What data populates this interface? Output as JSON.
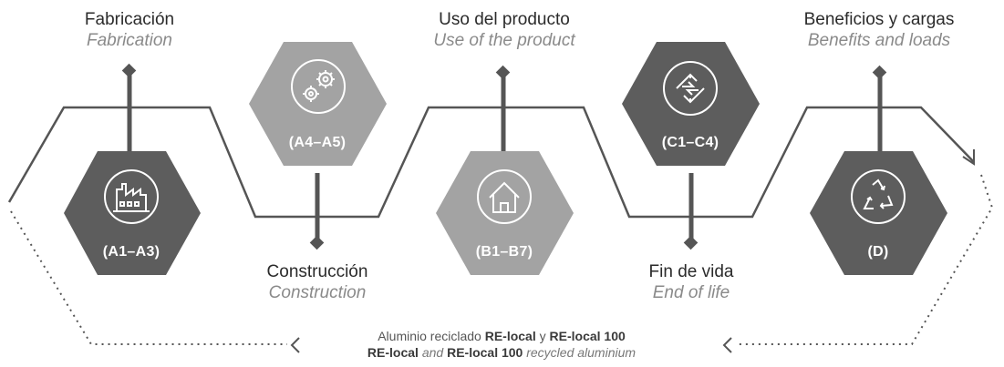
{
  "stages": [
    {
      "code": "(A1–A3)",
      "label_es": "Fabricación",
      "label_en": "Fabrication",
      "icon": "factory-icon",
      "fill": "#5d5d5d"
    },
    {
      "code": "(A4–A5)",
      "label_es": "Construcción",
      "label_en": "Construction",
      "icon": "gears-icon",
      "fill": "#a3a3a3"
    },
    {
      "code": "(B1–B7)",
      "label_es": "Uso del producto",
      "label_en": "Use of the product",
      "icon": "house-icon",
      "fill": "#a3a3a3"
    },
    {
      "code": "(C1–C4)",
      "label_es": "Fin de vida",
      "label_en": "End of life",
      "icon": "arrows-cycle-icon",
      "fill": "#5d5d5d"
    },
    {
      "code": "(D)",
      "label_es": "Beneficios y cargas",
      "label_en": "Benefits and loads",
      "icon": "recycle-icon",
      "fill": "#5d5d5d"
    }
  ],
  "footer": {
    "line1_pre": "Aluminio reciclado ",
    "brand1": "RE-local",
    "line1_mid": " y ",
    "brand2": "RE-local 100",
    "line2_brand1": "RE-local",
    "line2_mid": " and ",
    "line2_brand2": "RE-local 100",
    "line2_post": " recycled aluminium"
  },
  "colors": {
    "line": "#555555",
    "dark": "#5d5d5d",
    "light": "#a3a3a3"
  }
}
